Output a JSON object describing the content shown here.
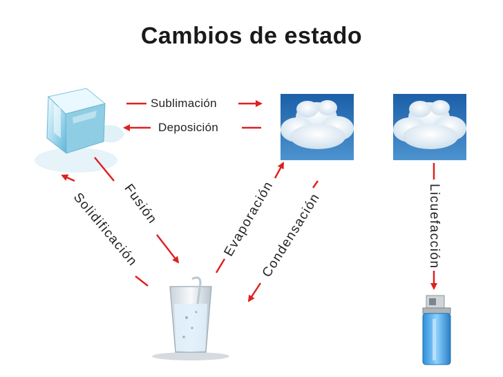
{
  "title": "Cambios de estado",
  "labels": {
    "sublimacion": "Sublimación",
    "deposicion": "Deposición",
    "fusion": "Fusión",
    "solidificacion": "Solidificación",
    "evaporacion": "Evaporación",
    "condensacion": "Condensación",
    "licuefaccion": "Licuefacción"
  },
  "colors": {
    "arrow": "#e02020",
    "line": "#e02020"
  },
  "icons": [
    "ice-cube-icon",
    "cloud-icon",
    "cloud-icon",
    "water-glass-icon",
    "lighter-icon"
  ]
}
